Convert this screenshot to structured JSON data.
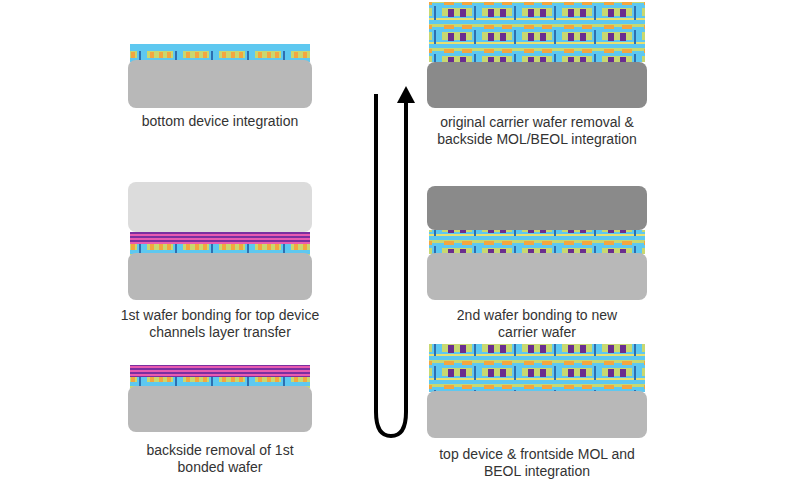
{
  "diagram": {
    "labels": [
      "bottom device integration",
      "1st wafer bonding for top device channels layer transfer",
      "backside removal of 1st bonded wafer",
      "original carrier wafer removal & backside MOL/BEOL integration",
      "2nd wafer bonding to new carrier wafer",
      "top device & frontside MOL and BEOL integration"
    ]
  }
}
